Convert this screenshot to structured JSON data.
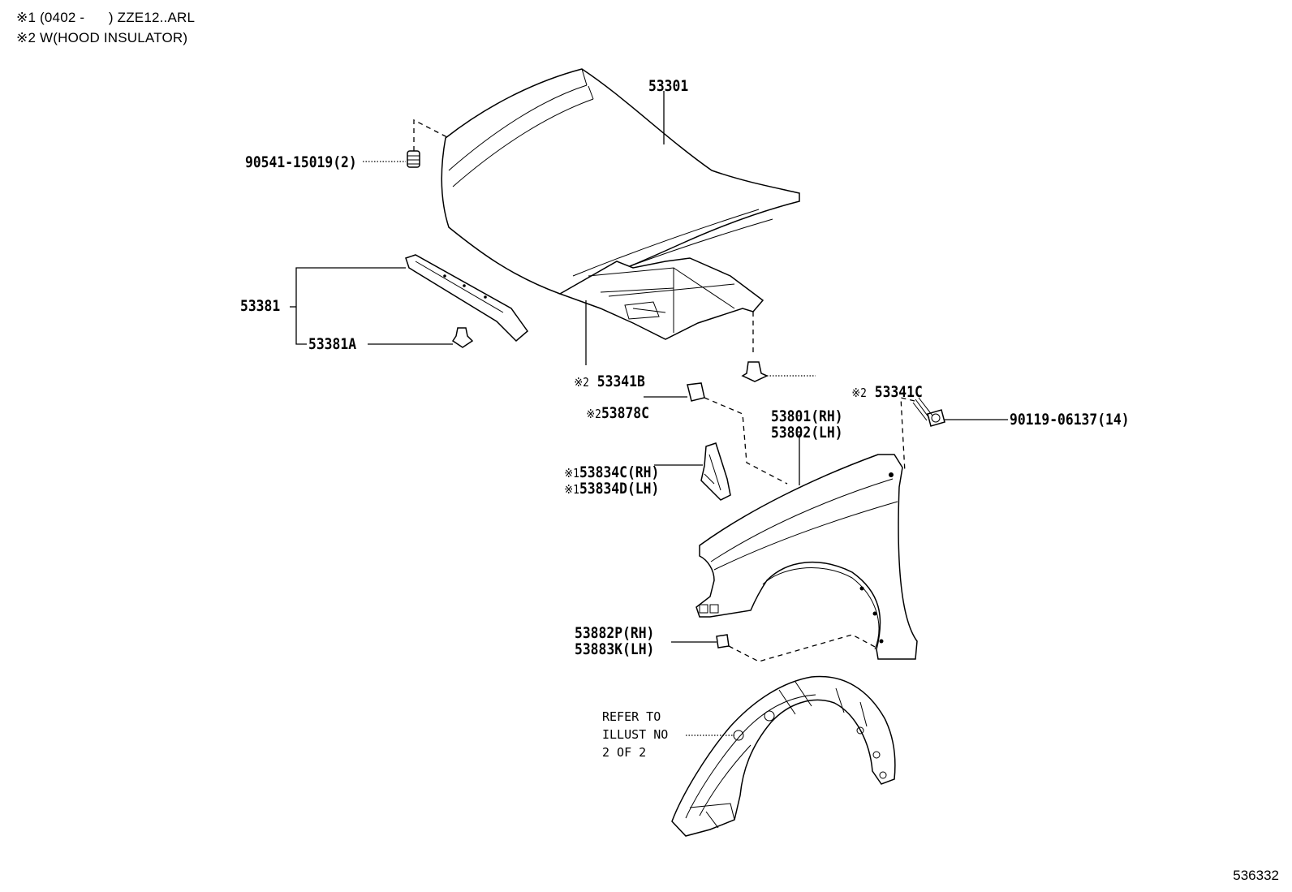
{
  "notes": {
    "note1": "※1 (0402 -      ) ZZE12..ARL",
    "note2": "※2 W(HOOD INSULATOR)"
  },
  "labels": {
    "hood": "53301",
    "hood_bolt": "90541-15019(2)",
    "hood_seal": "53381",
    "hood_seal_clip": "53381A",
    "insulator_mark": "※2",
    "insulator": "53341B",
    "insulator_clip_mark": "※2",
    "insulator_clip": "53341C",
    "cushion_mark": "※2",
    "cushion": "53878C",
    "fender_rh": "53801(RH)",
    "fender_lh": "53802(LH)",
    "fender_bolt": "90119-06137(14)",
    "seal_mark_rh": "※1",
    "seal_rh": "53834C(RH)",
    "seal_mark_lh": "※1",
    "seal_lh": "53834D(LH)",
    "nut_rh": "53882P(RH)",
    "nut_lh": "53883K(LH)",
    "refer_line1": "REFER TO",
    "refer_line2": "ILLUST NO",
    "refer_line3": "2 OF 2"
  },
  "illustration_code": "536332"
}
